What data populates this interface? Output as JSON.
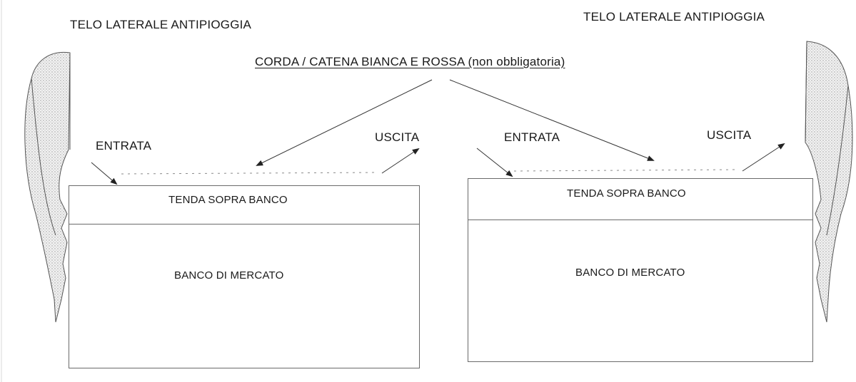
{
  "side_tarp": {
    "left_label": "TELO LATERALE ANTIPIOGGIA",
    "right_label": "TELO LATERALE ANTIPIOGGIA"
  },
  "rope": {
    "label": "CORDA / CATENA BIANCA E ROSSA (non obbligatoria)"
  },
  "stalls": [
    {
      "entry_label": "ENTRATA",
      "exit_label": "USCITA",
      "awning_label": "TENDA SOPRA BANCO",
      "stall_label": "BANCO DI MERCATO"
    },
    {
      "entry_label": "ENTRATA",
      "exit_label": "USCITA",
      "awning_label": "TENDA SOPRA BANCO",
      "stall_label": "BANCO DI MERCATO"
    }
  ],
  "colors": {
    "line": "#333333",
    "box_border": "#6a6a6a",
    "tarp_fill": "#cfcfcf"
  }
}
